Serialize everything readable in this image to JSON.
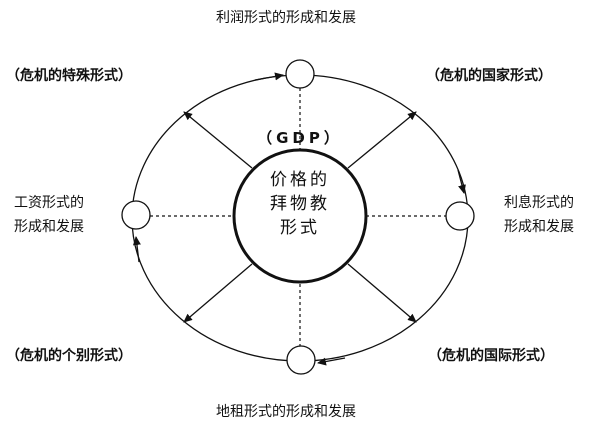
{
  "diagram": {
    "center": {
      "line1": "价格的",
      "line2": "拜物教",
      "line3": "形式",
      "top_label": "（GDP）"
    },
    "nodes": {
      "top": "利润形式的形成和发展",
      "bottom": "地租形式的形成和发展",
      "left_line1": "工资形式的",
      "left_line2": "形成和发展",
      "right_line1": "利息形式的",
      "right_line2": "形成和发展"
    },
    "crises": {
      "top_left": "（危机的特殊形式）",
      "top_right": "（危机的国家形式）",
      "bottom_left": "（危机的个别形式）",
      "bottom_right": "（危机的国际形式）"
    },
    "colors": {
      "line": "#111111",
      "background": "#ffffff"
    }
  }
}
